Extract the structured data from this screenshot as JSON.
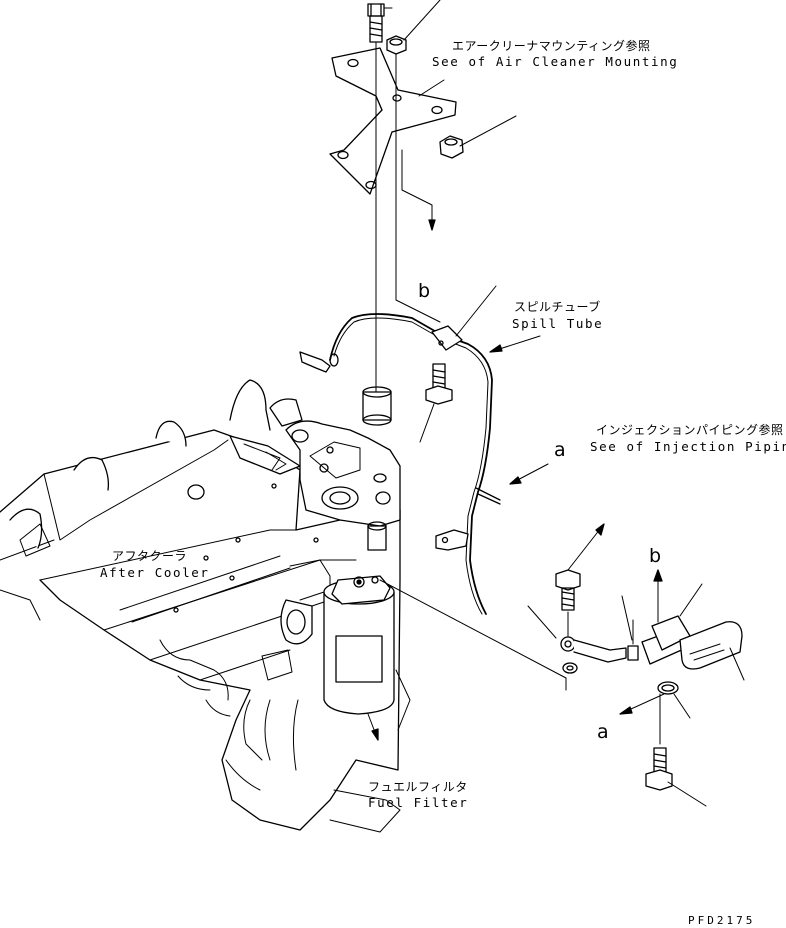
{
  "labels": {
    "air_cleaner_jp": "エアークリーナマウンティング参照",
    "air_cleaner_en": "See of Air Cleaner Mounting",
    "spill_tube_jp": "スピルチューブ",
    "spill_tube_en": "Spill Tube",
    "injection_jp": "インジェクションパイピング参照",
    "injection_en": "See of Injection Piping",
    "after_cooler_jp": "アフタクーラ",
    "after_cooler_en": "After Cooler",
    "fuel_filter_jp": "フュエルフィルタ",
    "fuel_filter_en": "Fuel Filter"
  },
  "markers": {
    "b_upper": "b",
    "a_right": "a",
    "b_detail": "b",
    "a_detail": "a"
  },
  "drawing_code": "PFD2175"
}
